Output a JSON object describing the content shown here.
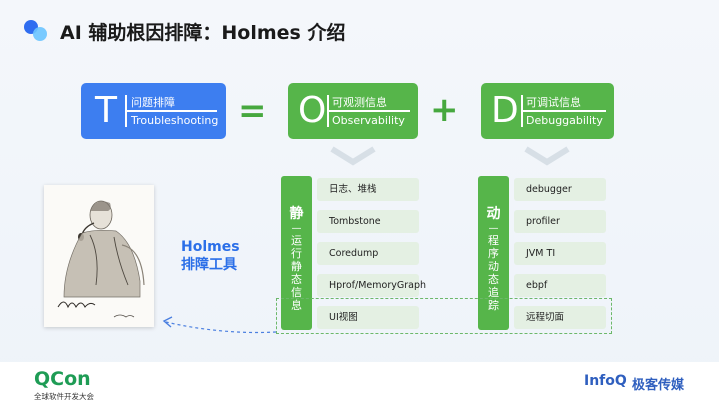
{
  "title": "AI 辅助根因排障：Holmes 介绍",
  "formula": {
    "t": {
      "letter": "T",
      "zh": "问题排障",
      "en": "Troubleshooting"
    },
    "eq": "=",
    "o": {
      "letter": "O",
      "zh": "可观测信息",
      "en": "Observability"
    },
    "plus": "+",
    "d": {
      "letter": "D",
      "zh": "可调试信息",
      "en": "Debuggability"
    }
  },
  "static_col": {
    "head": "静",
    "rest": [
      "运",
      "行",
      "静",
      "态",
      "信",
      "息"
    ],
    "items": [
      "日志、堆栈",
      "Tombstone",
      "Coredump",
      "Hprof/MemoryGraph",
      "UI视图"
    ]
  },
  "dynamic_col": {
    "head": "动",
    "rest": [
      "程",
      "序",
      "动",
      "态",
      "追",
      "踪"
    ],
    "items": [
      "debugger",
      "profiler",
      "JVM TI",
      "ebpf",
      "远程切面"
    ]
  },
  "holmes_label": [
    "Holmes",
    "排障工具"
  ],
  "footer": {
    "qcon": "QCon",
    "qcon_sub": "全球软件开发大会",
    "infoq": "InfoQ",
    "jike": "极客传媒"
  },
  "colors": {
    "blue": "#3d7ef0",
    "green": "#56b54a",
    "light_green": "#e4f0e3",
    "label_blue": "#2b6fe8"
  }
}
